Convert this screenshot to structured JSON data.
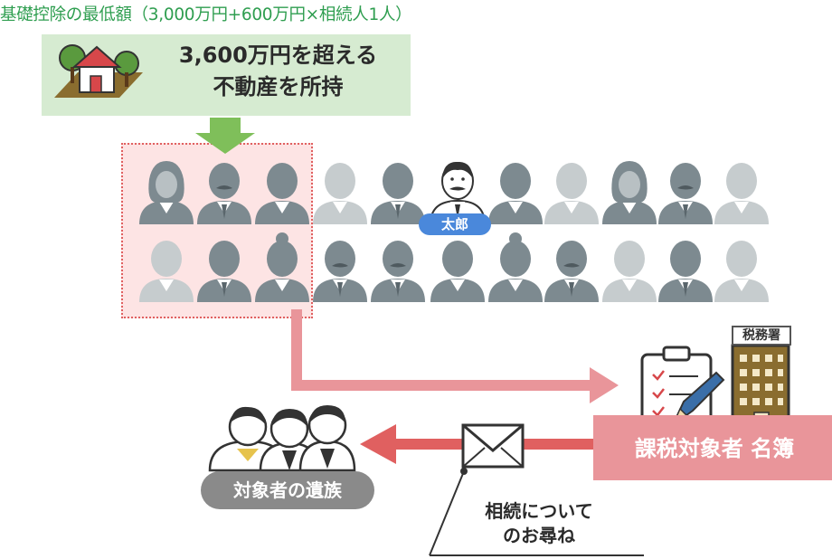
{
  "header": {
    "text": "基礎控除の最低額（3,000万円+600万円×相続人1人）"
  },
  "property_box": {
    "line1": "3,600万円を超える",
    "line2": "不動産を所持"
  },
  "taro": {
    "label": "太郎"
  },
  "tax_office": {
    "sign": "税務署"
  },
  "taxpayer_list": {
    "label": "課税対象者 名簿"
  },
  "family": {
    "label": "対象者の遺族"
  },
  "inquiry": {
    "line1": "相続について",
    "line2": "のお尋ね"
  },
  "colors": {
    "green_box": "#d6ebd1",
    "green_arrow": "#7fbf5a",
    "header_text": "#2f9e50",
    "pink_region": "#fde4e4",
    "pink_arrow": "#e9959a",
    "red_arrow": "#e06060",
    "person_dark": "#7d8a90",
    "person_light": "#c6ccce",
    "taro_badge": "#4a88db",
    "family_label": "#8a8a8a"
  }
}
